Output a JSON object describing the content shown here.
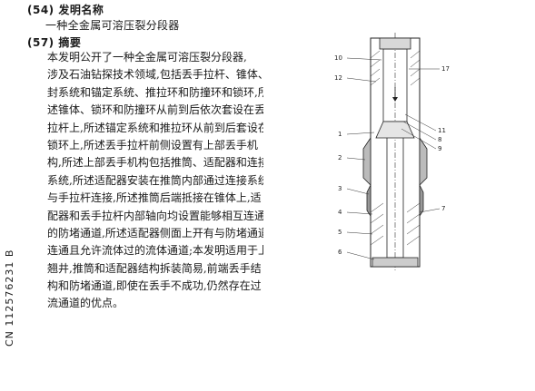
{
  "header": {
    "title_label": "(54) 发明名称",
    "title_text": "一种全金属可溶压裂分段器",
    "abstract_label": "(57) 摘要"
  },
  "abstract_lines": [
    "本发明公开了一种全金属可溶压裂分段器,",
    "涉及石油钻探技术领域,包括丢手拉杆、锥体、密",
    "封系统和锚定系统、推拉环和防撞环和锁环,所",
    "述锥体、锁环和防撞环从前到后依次套设在丢手",
    "拉杆上,所述锚定系统和推拉环从前到后套设在",
    "锁环上,所述丢手拉杆前侧设置有上部丢手机",
    "构,所述上部丢手机构包括推筒、适配器和连接",
    "系统,所述适配器安装在推筒内部通过连接系统",
    "与手拉杆连接,所述推筒后端抵接在锥体上,适",
    "配器和丢手拉杆内部轴向均设置能够相互连通",
    "的防堵通道,所述适配器侧面上开有与防堵通道",
    "连通且允许流体过的流体通道;本发明适用于上",
    "翘井,推筒和适配器结构拆装简易,前端丢手结",
    "构和防堵通道,即使在丢手不成功,仍然存在过",
    "流通道的优点。"
  ],
  "publication_number": "CN 112576231 B",
  "figure": {
    "labels_left": [
      "10",
      "12",
      "1",
      "2",
      "3",
      "4",
      "5",
      "6"
    ],
    "labels_right": [
      "17",
      "11",
      "8",
      "9",
      "7"
    ]
  }
}
